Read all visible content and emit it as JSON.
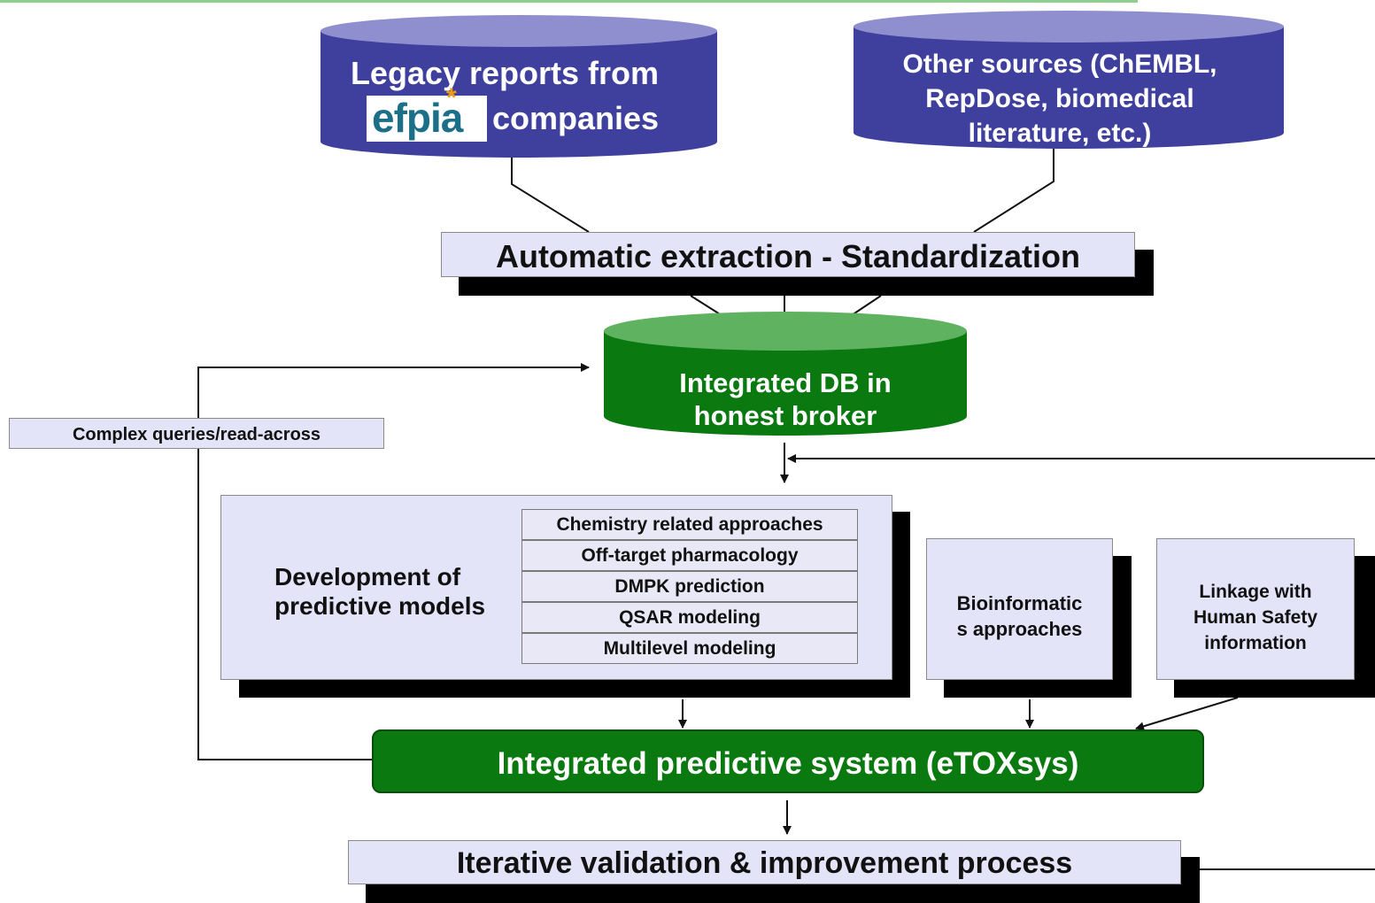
{
  "sources": {
    "legacy": {
      "line1": "Legacy reports from",
      "logo_text": "efpia",
      "line2": "companies"
    },
    "other": {
      "line1": "Other sources (ChEMBL,",
      "line2": "RepDose, biomedical",
      "line3": "literature, etc.)"
    }
  },
  "extraction": {
    "label": "Automatic extraction - Standardization"
  },
  "integrated_db": {
    "line1": "Integrated DB in",
    "line2": "honest broker"
  },
  "complex_queries": {
    "label": "Complex queries/read-across"
  },
  "predictive_models": {
    "title_line1": "Development of",
    "title_line2": "predictive models",
    "approaches": [
      "Chemistry related  approaches",
      "Off-target pharmacology",
      "DMPK prediction",
      "QSAR modeling",
      "Multilevel modeling"
    ]
  },
  "bioinformatics": {
    "line1": "Bioinformatic",
    "line2": "s  approaches"
  },
  "linkage": {
    "line1": "Linkage with",
    "line2": "Human Safety",
    "line3": "information"
  },
  "etoxsys": {
    "label": "Integrated predictive system (eTOXsys)"
  },
  "validation": {
    "label": "Iterative validation & improvement process"
  },
  "colors": {
    "source_db": "#3f3f9e",
    "source_db_top": "#8f8fd0",
    "green_dark": "#0a7a10",
    "green_top": "#5fb25f",
    "box_fill": "#e4e4f8",
    "top_bar": "#7bc27b"
  }
}
